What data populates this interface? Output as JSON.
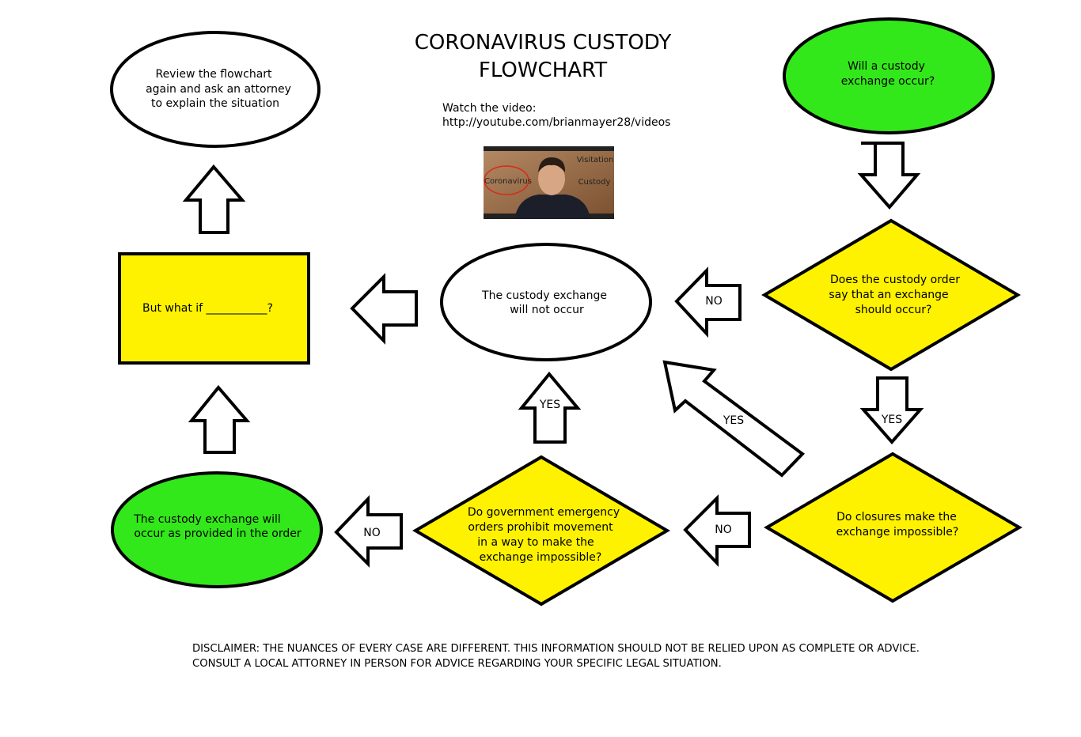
{
  "title": {
    "line1": "CORONAVIRUS CUSTODY",
    "line2": "FLOWCHART"
  },
  "video": {
    "prompt": "Watch the video:",
    "url": "http://youtube.com/brianmayer28/videos",
    "thumb_word_left": "Coronavirus",
    "thumb_word_top": "Visitation",
    "thumb_word_mid": "Custody"
  },
  "nodes": {
    "review": {
      "lines": [
        "Review the flowchart",
        "again and ask an attorney",
        "to explain the situation"
      ]
    },
    "but_what_if": {
      "text": "But what if ___________?"
    },
    "will_not_occur": {
      "lines": [
        "The custody exchange",
        "will not occur"
      ]
    },
    "will_exchange": {
      "lines": [
        "Will a custody",
        "exchange occur?"
      ]
    },
    "order_says": {
      "lines": [
        "Does the custody order",
        "say that an exchange",
        "should occur?"
      ]
    },
    "closures": {
      "lines": [
        "Do closures make the",
        "exchange impossible?"
      ]
    },
    "government": {
      "lines": [
        "Do government emergency",
        "orders prohibit movement",
        "in a way to make the",
        "exchange impossible?"
      ]
    },
    "will_occur": {
      "lines": [
        "The custody exchange will",
        "occur as provided in the order"
      ]
    }
  },
  "arrow_labels": {
    "order_no": "NO",
    "order_yes": "YES",
    "closures_no": "NO",
    "closures_yes": "YES",
    "government_yes": "YES",
    "government_no": "NO"
  },
  "disclaimer": {
    "line1": "DISCLAIMER:  THE NUANCES OF EVERY CASE ARE DIFFERENT.  THIS INFORMATION SHOULD NOT BE RELIED UPON AS COMPLETE OR ADVICE.",
    "line2": "CONSULT A LOCAL ATTORNEY IN PERSON FOR ADVICE REGARDING YOUR SPECIFIC LEGAL SITUATION."
  },
  "colors": {
    "green": "#33e81a",
    "yellow": "#fff200",
    "white": "#ffffff",
    "stroke": "#000000"
  }
}
